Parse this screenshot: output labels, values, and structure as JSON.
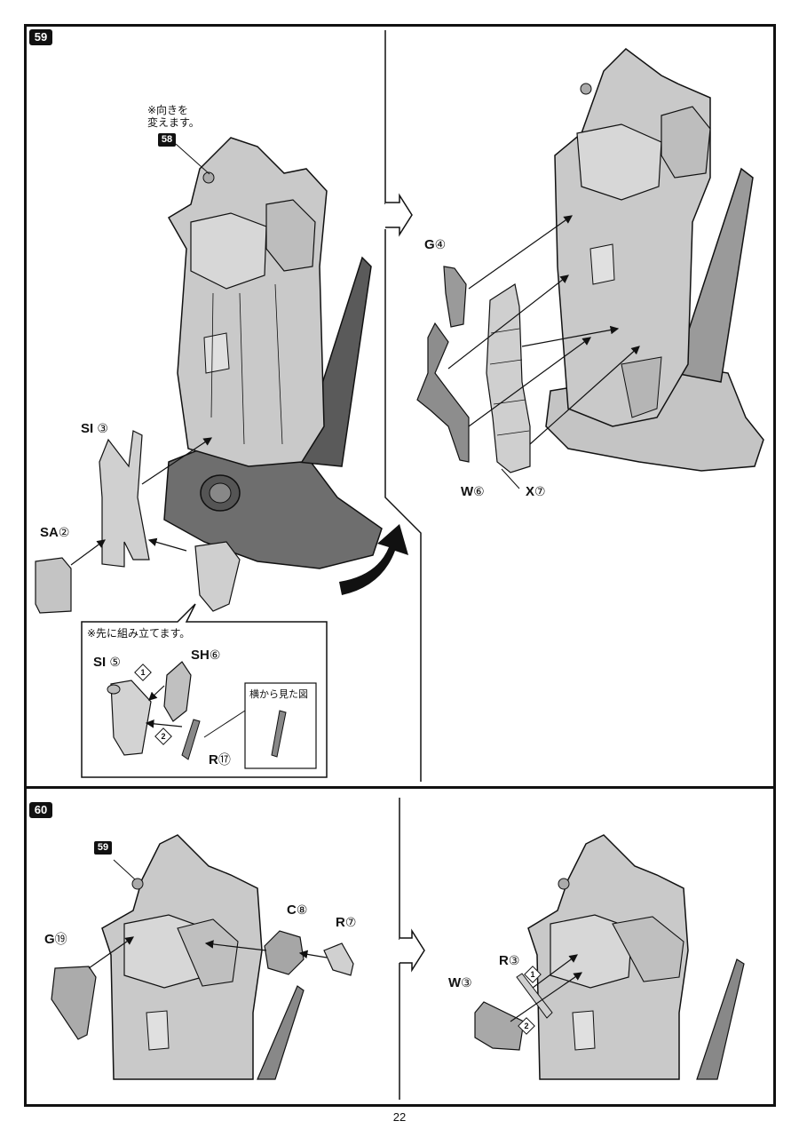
{
  "page_number": "22",
  "steps": [
    {
      "number": "59",
      "note_orientation": "※向きを\n変えます。",
      "ref_step": "58",
      "parts": [
        {
          "name": "SI",
          "num": "③"
        },
        {
          "name": "SA",
          "num": "②"
        },
        {
          "name": "G",
          "num": "④"
        },
        {
          "name": "W",
          "num": "⑥"
        },
        {
          "name": "X",
          "num": "⑦"
        }
      ],
      "subassembly": {
        "note": "※先に組み立てます。",
        "parts": [
          {
            "name": "SI",
            "num": "⑤"
          },
          {
            "name": "SH",
            "num": "⑥"
          },
          {
            "name": "R",
            "num": "⑰"
          }
        ],
        "order": [
          "1",
          "2"
        ],
        "side_view_label": "横から見た図"
      }
    },
    {
      "number": "60",
      "ref_step": "59",
      "parts": [
        {
          "name": "G",
          "num": "⑲"
        },
        {
          "name": "C",
          "num": "⑧"
        },
        {
          "name": "R",
          "num": "⑦"
        },
        {
          "name": "R",
          "num": "③"
        },
        {
          "name": "W",
          "num": "③"
        }
      ],
      "order": [
        "1",
        "2"
      ]
    }
  ],
  "colors": {
    "part_light": "#c9c9c9",
    "part_dark": "#6e6e6e",
    "line": "#111111"
  }
}
